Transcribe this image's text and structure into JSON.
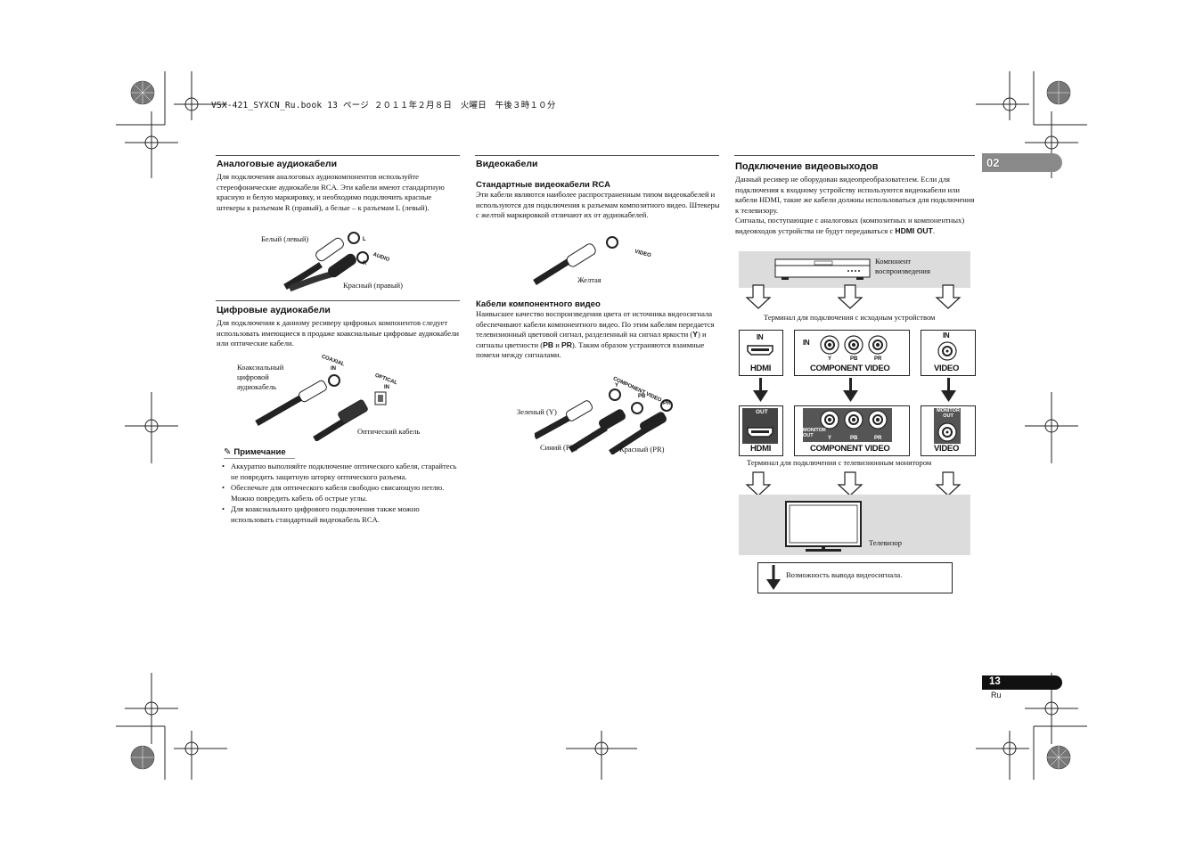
{
  "header": {
    "file_line": "VSX-421_SYXCN_Ru.book  13 ページ  ２０１１年２月８日　火曜日　午後３時１０分"
  },
  "tab": {
    "chapter": "02"
  },
  "footer": {
    "page_number": "13",
    "lang": "Ru"
  },
  "col1": {
    "analog": {
      "title": "Аналоговые аудиокабели",
      "body": "Для подключения аналоговых аудиокомпонентов используйте стереофонические аудиокабели RCA. Эти кабели имеют стандартную красную и белую маркировку, и необходимо подключить красные штекеры к разъемам R (правый), а белые – к разъемам L (левый).",
      "label_white": "Белый (левый)",
      "label_red": "Красный (правый)",
      "label_audio": "AUDIO",
      "label_l": "L",
      "label_r": "R"
    },
    "digital": {
      "title": "Цифровые аудиокабели",
      "body": "Для подключения к данному ресиверу цифровых компонентов следует использовать имеющиеся в продаже коаксиальные цифровые аудиокабели или оптические кабели.",
      "label_coax": "Коаксиальный цифровой аудиокабель",
      "label_coaxial_in_1": "COAXIAL",
      "label_coaxial_in_2": "IN",
      "label_optical_in_1": "OPTICAL",
      "label_optical_in_2": "IN",
      "label_optical_cable": "Оптический кабель"
    },
    "note": {
      "title": "Примечание",
      "items": [
        "Аккуратно выполняйте подключение оптического кабеля, старайтесь не повредить защитную шторку оптического разъема.",
        "Обеспечьте для оптического кабеля свободно свисающую петлю. Можно повредить кабель об острые углы.",
        "Для коаксиального цифрового подключения также можно использовать стандартный видеокабель RCA."
      ]
    }
  },
  "col2": {
    "title": "Видеокабели",
    "rca": {
      "title": "Стандартные видеокабели RCA",
      "body": "Эти кабели являются наиболее распространенным типом видеокабелей и используются для подключения к разъемам композитного видео. Штекеры с желтой маркировкой отличают их от аудиокабелей.",
      "label_video": "VIDEO",
      "label_yellow": "Желтая"
    },
    "component": {
      "title": "Кабели компонентного видео",
      "body_1": "Наивысшее качество воспроизведения цвета от источника видеосигнала обеспечивают кабели компонентного видео. По этим кабелям передается телевизионный цветовой сигнал, разделенный на сигнал яркости (",
      "y": "Y",
      "body_2": ") и сигналы цветности (",
      "pb": "PB",
      "and": " и ",
      "pr": "PR",
      "body_3": "). Таким образом устраняются взаимные помехи между сигналами.",
      "label_component_video": "COMPONENT VIDEO",
      "label_green": "Зеленый (Y)",
      "label_blue": "Синий (PB)",
      "label_red": "Красный (PR)",
      "jack_y": "Y",
      "jack_pb": "PB",
      "jack_pr": "PR"
    }
  },
  "col3": {
    "title": "Подключение видеовыходов",
    "body_1": "Данный ресивер не оборудован видеопреобразователем. Если для подключения к входному устройству используются видеокабели или кабели HDMI, такие же кабели должны использоваться для подключения к телевизору.",
    "body_2a": "Сигналы, поступающие с аналоговых (композитных и компонентных) видеовходов устройства не будут передаваться с ",
    "body_2b": "HDMI OUT",
    "body_2c": ".",
    "diagram": {
      "source_label": "Компонент воспроизведения",
      "source_terminal": "Терминал для подключения с исходным устройством",
      "in": "IN",
      "out": "OUT",
      "monitor_out": "MONITOR OUT",
      "hdmi": "HDMI",
      "component_video": "COMPONENT VIDEO",
      "video": "VIDEO",
      "y": "Y",
      "pb": "PB",
      "pr": "PR",
      "tv_terminal": "Терминал для подключения с телевизионным монитором",
      "tv_label": "Телевизор",
      "legend": "Возможность вывода видеосигнала."
    }
  }
}
